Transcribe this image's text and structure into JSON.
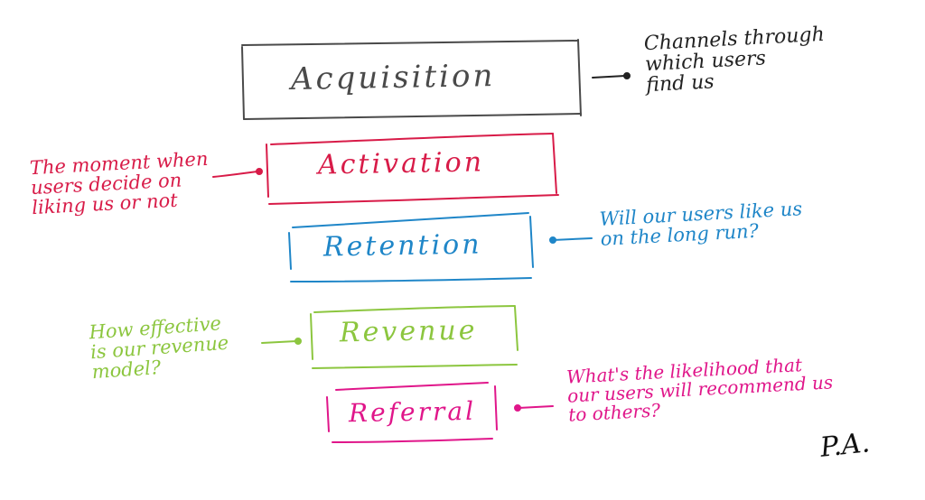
{
  "funnel": {
    "stages": [
      {
        "id": "acquisition",
        "label": "Acquisition",
        "color": "#4a4a4a"
      },
      {
        "id": "activation",
        "label": "Activation",
        "color": "#d81b48"
      },
      {
        "id": "retention",
        "label": "Retention",
        "color": "#1f86c8"
      },
      {
        "id": "revenue",
        "label": "Revenue",
        "color": "#8cc63f"
      },
      {
        "id": "referral",
        "label": "Referral",
        "color": "#e0168a"
      }
    ]
  },
  "notes": {
    "acquisition": {
      "lines": [
        "Channels through",
        "which users",
        "find us"
      ],
      "color": "#222222"
    },
    "activation": {
      "lines": [
        "The moment when",
        "users decide on",
        "liking us or not"
      ],
      "color": "#d81b48"
    },
    "retention": {
      "lines": [
        "Will our users like us",
        "on the long run?"
      ],
      "color": "#1f86c8"
    },
    "revenue": {
      "lines": [
        "How effective",
        "is our revenue",
        "model?"
      ],
      "color": "#8cc63f"
    },
    "referral": {
      "lines": [
        "What's the likelihood that",
        "our users will recommend us",
        "to others?"
      ],
      "color": "#e0168a"
    }
  },
  "signature": "P.A."
}
